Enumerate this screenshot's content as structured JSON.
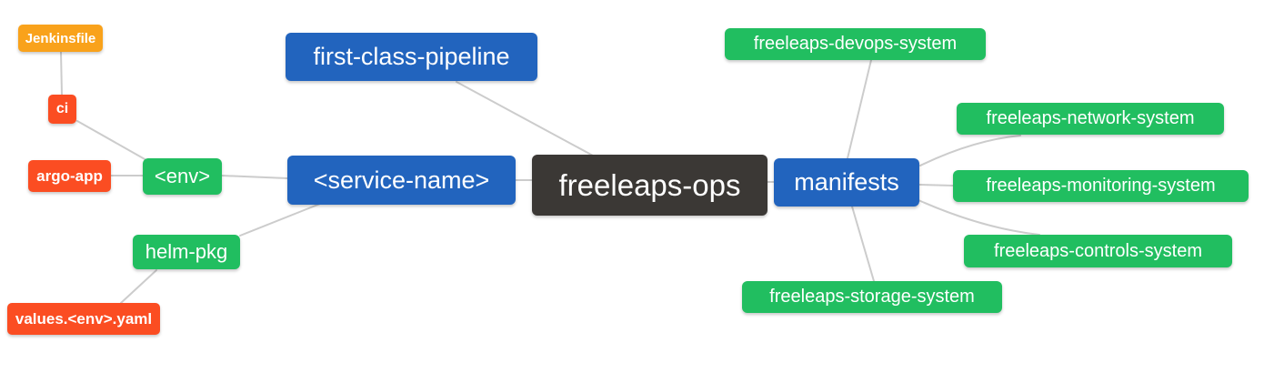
{
  "diagram": {
    "type": "mindmap",
    "root_label": "freeleaps-ops",
    "palette": {
      "root_bg": "#3B3835",
      "branch_blue_bg": "#2264BE",
      "leaf_green_bg": "#21BE60",
      "leaf_red_bg": "#FB4D22",
      "leaf_orange_bg": "#F9A21B",
      "edge_color": "#CCCCCC",
      "node_text_color": "#FFFFFF",
      "background": "#FFFFFF"
    },
    "nodes": {
      "freeleaps_ops": {
        "label": "freeleaps-ops"
      },
      "first_class_pipeline": {
        "label": "first-class-pipeline"
      },
      "service_name": {
        "label": "<service-name>"
      },
      "manifests": {
        "label": "manifests"
      },
      "env": {
        "label": "<env>"
      },
      "helm_pkg": {
        "label": "helm-pkg"
      },
      "ci": {
        "label": "ci"
      },
      "argo_app": {
        "label": "argo-app"
      },
      "jenkinsfile": {
        "label": "Jenkinsfile"
      },
      "values_env_yaml": {
        "label": "values.<env>.yaml"
      },
      "devops_system": {
        "label": "freeleaps-devops-system"
      },
      "network_system": {
        "label": "freeleaps-network-system"
      },
      "monitoring_system": {
        "label": "freeleaps-monitoring-system"
      },
      "controls_system": {
        "label": "freeleaps-controls-system"
      },
      "storage_system": {
        "label": "freeleaps-storage-system"
      }
    },
    "edges": [
      {
        "from": "jenkinsfile",
        "to": "ci"
      },
      {
        "from": "ci",
        "to": "env"
      },
      {
        "from": "argo_app",
        "to": "env"
      },
      {
        "from": "env",
        "to": "service_name"
      },
      {
        "from": "helm_pkg",
        "to": "service_name"
      },
      {
        "from": "values_env_yaml",
        "to": "helm_pkg"
      },
      {
        "from": "first_class_pipeline",
        "to": "freeleaps_ops"
      },
      {
        "from": "service_name",
        "to": "freeleaps_ops"
      },
      {
        "from": "freeleaps_ops",
        "to": "manifests"
      },
      {
        "from": "manifests",
        "to": "devops_system"
      },
      {
        "from": "manifests",
        "to": "network_system"
      },
      {
        "from": "manifests",
        "to": "monitoring_system"
      },
      {
        "from": "manifests",
        "to": "controls_system"
      },
      {
        "from": "manifests",
        "to": "storage_system"
      }
    ]
  }
}
